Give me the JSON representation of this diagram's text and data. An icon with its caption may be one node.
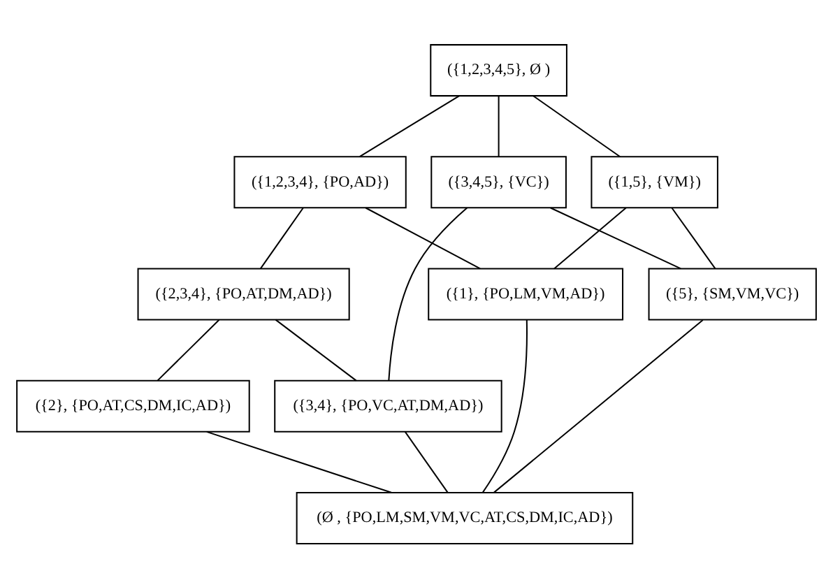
{
  "diagram": {
    "nodes": [
      {
        "text": [
          "({1,2,3,4,5}, Ø )"
        ]
      },
      {
        "text": [
          "({1,2,3,4}, {PO,AD})"
        ]
      },
      {
        "text": [
          "({1,5}, {VM})"
        ]
      },
      {
        "text": [
          "({2,3,4}, {PO,AT,DM,AD})"
        ]
      },
      {
        "text": [
          "({3,4,5}, {VC})"
        ]
      },
      {
        "text": [
          "({2}, {PO,AT,CS,DM,IC,AD})"
        ]
      },
      {
        "text": [
          "({3,4}, {PO,VC,AT,DM,AD})"
        ]
      },
      {
        "text": [
          "({5}, {SM,VM,VC})"
        ]
      },
      {
        "text": [
          "({1}, {PO,LM,VM,AD})"
        ]
      },
      {
        "text": [
          "(Ø , {PO,LM,SM,VM,VC,AT,CS,DM,IC,AD})"
        ]
      }
    ],
    "edges": [
      {
        "from": 0,
        "to": 1,
        "arrow": "none"
      },
      {
        "from": 0,
        "to": 4,
        "arrow": "none"
      },
      {
        "from": 0,
        "to": 2,
        "arrow": "none"
      },
      {
        "from": 1,
        "to": 3,
        "arrow": "none"
      },
      {
        "from": 1,
        "to": 8,
        "arrow": "none"
      },
      {
        "from": 2,
        "to": 7,
        "arrow": "none"
      },
      {
        "from": 2,
        "to": 8,
        "arrow": "none"
      },
      {
        "from": 3,
        "to": 5,
        "arrow": "none"
      },
      {
        "from": 3,
        "to": 6,
        "arrow": "none"
      },
      {
        "from": 4,
        "to": 6,
        "arrow": "none"
      },
      {
        "from": 4,
        "to": 7,
        "arrow": "none"
      },
      {
        "from": 5,
        "to": 9,
        "arrow": "none"
      },
      {
        "from": 6,
        "to": 9,
        "arrow": "none"
      },
      {
        "from": 7,
        "to": 9,
        "arrow": "none"
      },
      {
        "from": 8,
        "to": 9,
        "arrow": "none"
      }
    ]
  }
}
